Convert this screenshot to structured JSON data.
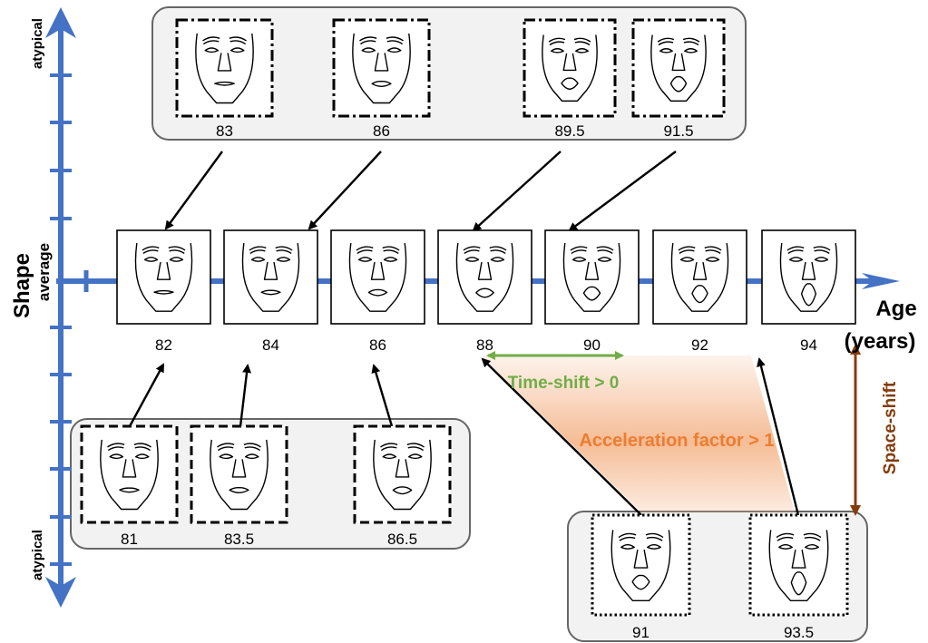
{
  "axes": {
    "shape_label": "Shape",
    "age_label_1": "Age",
    "age_label_2": "(years)",
    "average_label": "average",
    "atypical_top_label": "atypical",
    "atypical_bottom_label": "atypical",
    "shape_axis_color": "#4472C4"
  },
  "center_row": {
    "ages": [
      "82",
      "84",
      "86",
      "88",
      "90",
      "92",
      "94"
    ]
  },
  "top_group": {
    "ages": [
      "83",
      "86",
      "89.5",
      "91.5"
    ],
    "border_style": "dash-dot"
  },
  "bottom_left_group": {
    "ages": [
      "81",
      "83.5",
      "86.5"
    ],
    "border_style": "dashed"
  },
  "bottom_right_group": {
    "ages": [
      "91",
      "93.5"
    ],
    "border_style": "dotted"
  },
  "annotations": {
    "time_shift": "Time-shift > 0",
    "time_shift_color": "#70AD47",
    "acceleration": "Acceleration factor > 1",
    "acceleration_color": "#ED7D31",
    "space_shift": "Space-shift",
    "space_shift_color": "#843C0C"
  }
}
